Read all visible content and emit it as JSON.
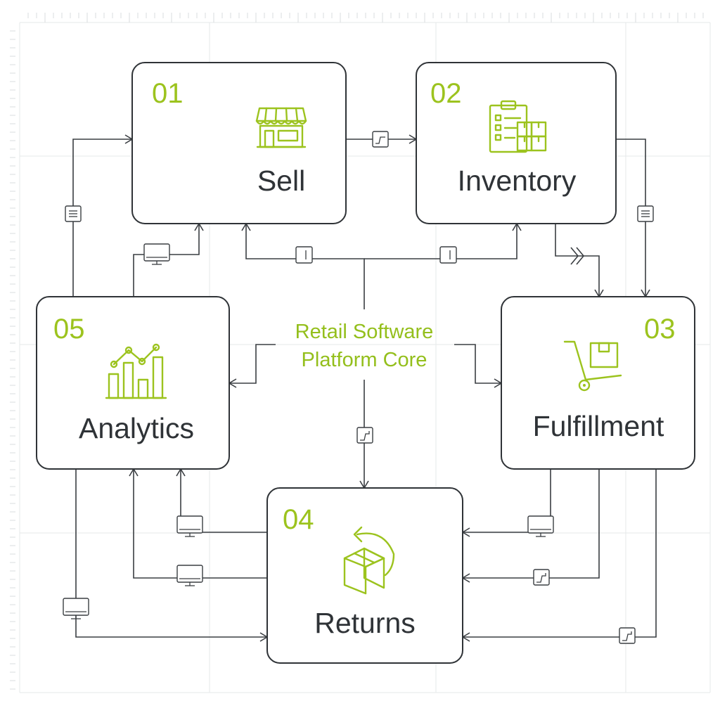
{
  "center_label": {
    "line1": "Retail Software",
    "line2": "Platform Core"
  },
  "nodes": [
    {
      "number": "01",
      "label": "Sell",
      "icon": "storefront-icon"
    },
    {
      "number": "02",
      "label": "Inventory",
      "icon": "clipboard-boxes-icon"
    },
    {
      "number": "03",
      "label": "Fulfillment",
      "icon": "hand-truck-icon"
    },
    {
      "number": "04",
      "label": "Returns",
      "icon": "return-box-icon"
    },
    {
      "number": "05",
      "label": "Analytics",
      "icon": "bar-chart-icon"
    }
  ],
  "colors": {
    "accent": "#9cc31e",
    "ink": "#2f3337",
    "line": "#3a3e42"
  }
}
